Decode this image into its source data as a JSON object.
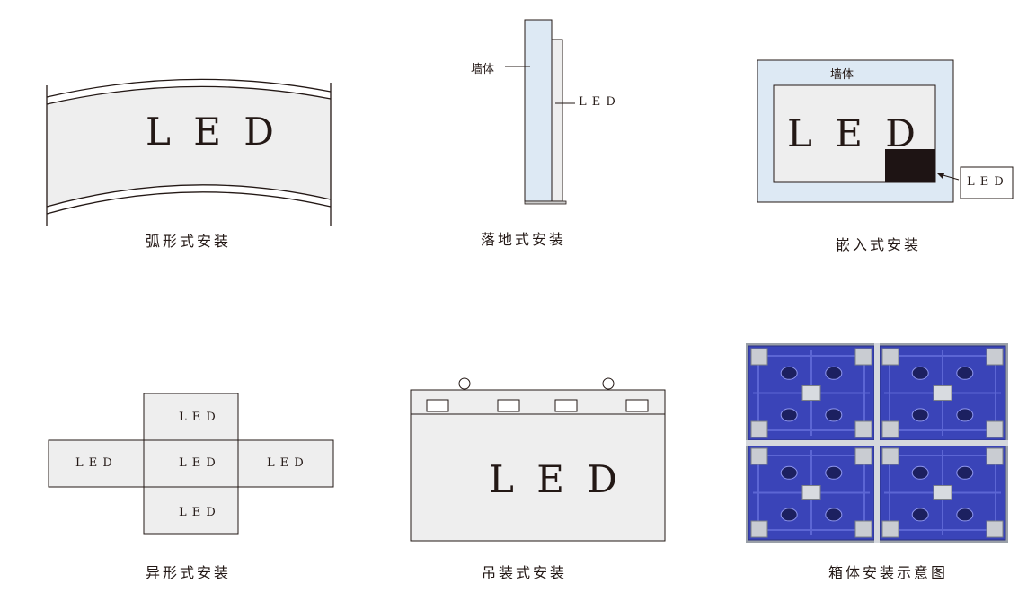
{
  "led": "L E D",
  "wall": "墙体",
  "captions": {
    "arc": "弧形式安装",
    "floor": "落地式安装",
    "embed": "嵌入式安装",
    "special": "异形式安装",
    "hanging": "吊装式安装",
    "cabinet": "箱体安装示意图"
  },
  "colors": {
    "panel_fill": "#eeeeee",
    "wall_fill": "#dde9f4",
    "stroke": "#231815",
    "cabinet_blue": "#3a44b8",
    "embed_block": "#1e1414"
  }
}
